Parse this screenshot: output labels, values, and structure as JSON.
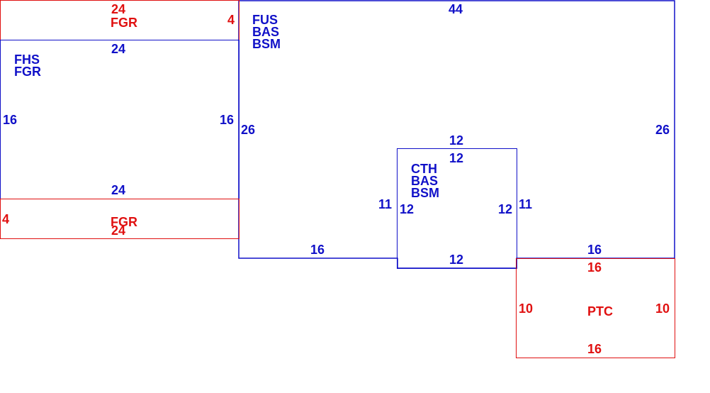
{
  "colors": {
    "blue": "#1010c8",
    "red": "#e01010"
  },
  "rooms": {
    "fgr_top": {
      "code": "FGR",
      "top": "24",
      "right": "4"
    },
    "fhs": {
      "codes": [
        "FHS",
        "FGR"
      ],
      "top": "24",
      "bottom": "24",
      "left": "16",
      "right": "16"
    },
    "fgr_bottom": {
      "code": "FGR",
      "left": "4",
      "bottom": "24"
    },
    "fus": {
      "codes": [
        "FUS",
        "BAS",
        "BSM"
      ],
      "top": "44",
      "left": "26",
      "right": "26",
      "bottom_left": "16",
      "bottom_right": "16",
      "notch_left": "11",
      "notch_right": "11",
      "notch_top": "12"
    },
    "cth": {
      "codes": [
        "CTH",
        "BAS",
        "BSM"
      ],
      "top": "12",
      "left": "12",
      "right": "12",
      "bottom": "12"
    },
    "ptc": {
      "code": "PTC",
      "top": "16",
      "left": "10",
      "right": "10",
      "bottom": "16"
    }
  }
}
